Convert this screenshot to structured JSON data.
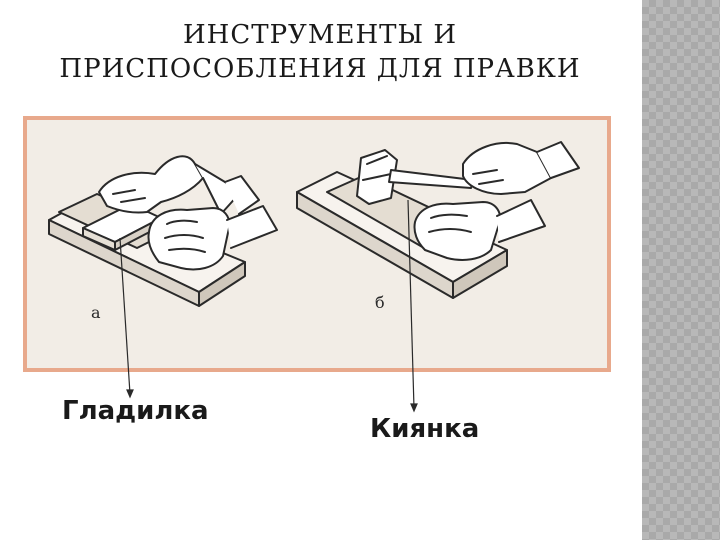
{
  "slide": {
    "title_line1": "ИНСТРУМЕНТЫ И",
    "title_line2": "ПРИСПОСОБЛЕНИЯ ДЛЯ ПРАВКИ"
  },
  "figure": {
    "panel_a_letter": "а",
    "panel_b_letter": "б"
  },
  "labels": {
    "tool_a": "Гладилка",
    "tool_b": "Киянка"
  },
  "colors": {
    "frame_border": "#e8a98c",
    "frame_fill": "#f2ede6",
    "side_strip": "#b8b8b8"
  }
}
